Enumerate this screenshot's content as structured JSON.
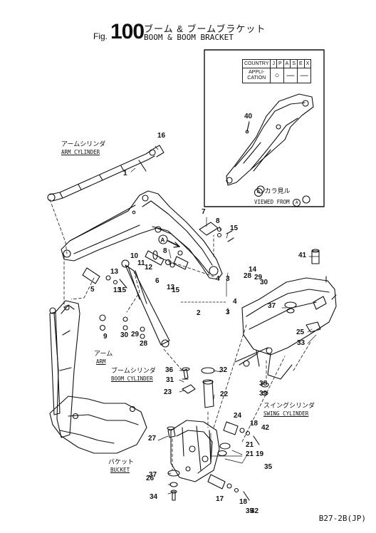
{
  "header": {
    "fig_label": "Fig.",
    "fig_number": "100",
    "title_jp": "ブーム & ブームブラケット",
    "title_en": "BOOM & BOOM BRACKET"
  },
  "application_table": {
    "headers": [
      "COUNTRY",
      "J",
      "P",
      "A",
      "S",
      "E",
      "X"
    ],
    "row_label_1": "APPLI-",
    "row_label_2": "CATION",
    "values": [
      "○",
      "—",
      "—"
    ]
  },
  "viewed_from": {
    "circle": "A",
    "jp": "カラ見ル",
    "en": "VIEWED FROM"
  },
  "annotations": [
    {
      "jp": "アームシリンダ",
      "en": "ARM CYLINDER"
    },
    {
      "jp": "アーム",
      "en": "ARM"
    },
    {
      "jp": "ブームシリンダ",
      "en": "BOOM CYLINDER"
    },
    {
      "jp": "スイングシリンダ",
      "en": "SWING CYLINDER"
    },
    {
      "jp": "バケット",
      "en": "BUCKET"
    }
  ],
  "callouts": [
    "1",
    "2",
    "3",
    "3",
    "4",
    "4",
    "5",
    "6",
    "7",
    "8",
    "8",
    "9",
    "10",
    "11",
    "12",
    "13",
    "13",
    "13",
    "14",
    "15",
    "15",
    "15",
    "16",
    "17",
    "18",
    "18",
    "19",
    "21",
    "21",
    "22",
    "23",
    "24",
    "25",
    "26",
    "27",
    "28",
    "28",
    "29",
    "29",
    "30",
    "30",
    "31",
    "32",
    "33",
    "34",
    "35",
    "35",
    "36",
    "37",
    "37",
    "38",
    "39",
    "40",
    "41",
    "42",
    "42",
    "A"
  ],
  "drawing_code": "B27-2B(JP)"
}
